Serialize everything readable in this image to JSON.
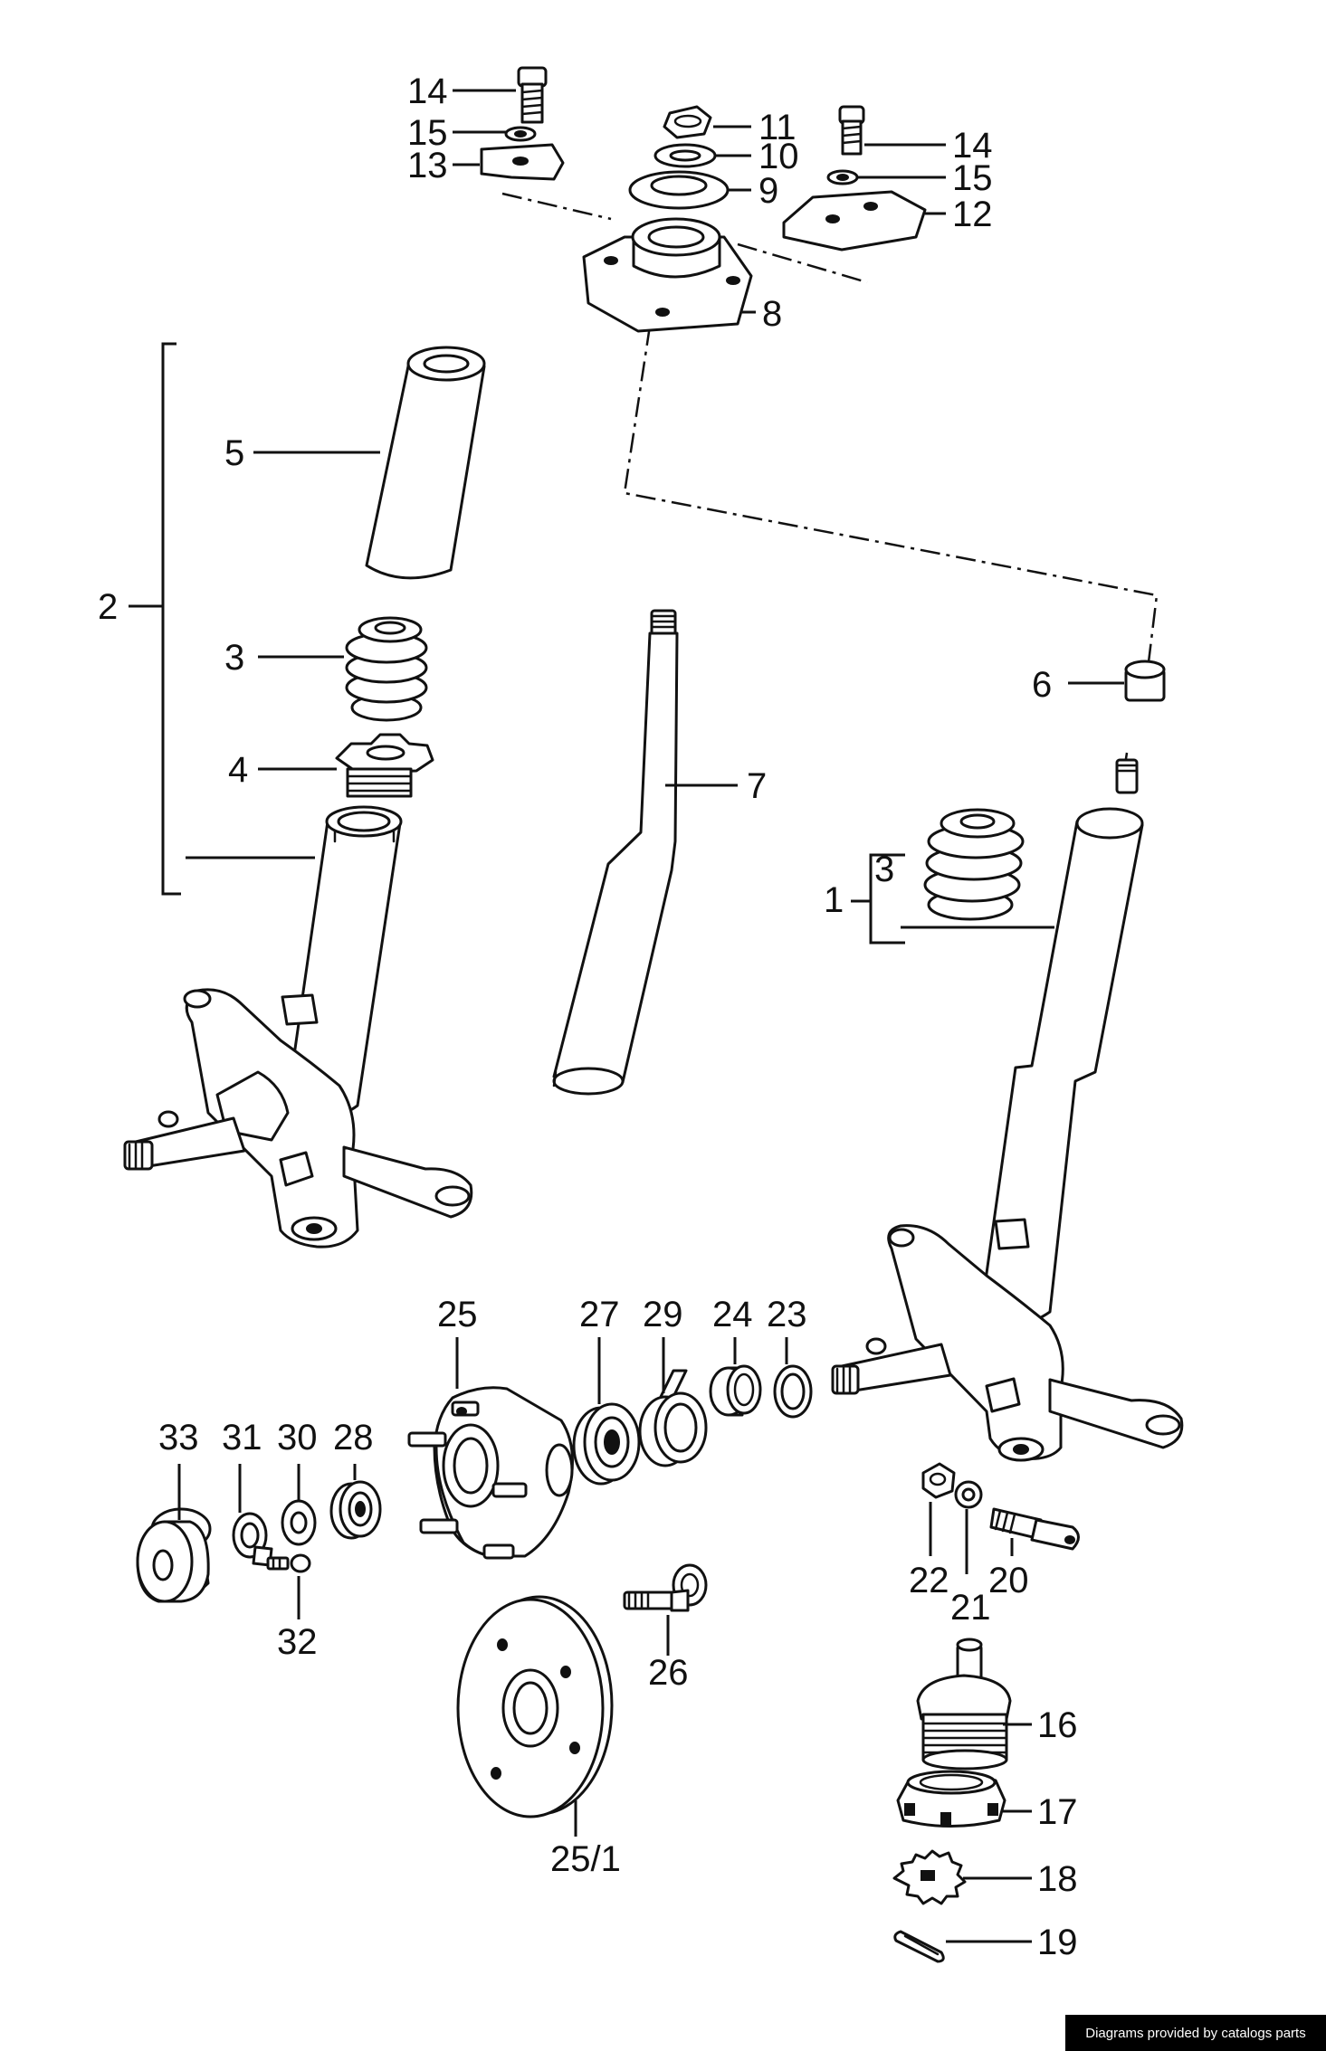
{
  "diagram": {
    "callouts": {
      "c1": "1",
      "c2": "2",
      "c3a": "3",
      "c3b": "3",
      "c4": "4",
      "c5": "5",
      "c6": "6",
      "c7": "7",
      "c8": "8",
      "c9": "9",
      "c10": "10",
      "c11": "11",
      "c12": "12",
      "c13": "13",
      "c14a": "14",
      "c14b": "14",
      "c15a": "15",
      "c15b": "15",
      "c16": "16",
      "c17": "17",
      "c18": "18",
      "c19": "19",
      "c20": "20",
      "c21": "21",
      "c22": "22",
      "c23": "23",
      "c24": "24",
      "c25": "25",
      "c25_1": "25/1",
      "c26": "26",
      "c27": "27",
      "c28": "28",
      "c29": "29",
      "c30": "30",
      "c31": "31",
      "c32": "32",
      "c33": "33"
    }
  },
  "footer": {
    "credit": "Diagrams provided by catalogs parts"
  },
  "colors": {
    "ink": "#111111",
    "paper": "#ffffff",
    "credit_bg": "#000000"
  }
}
